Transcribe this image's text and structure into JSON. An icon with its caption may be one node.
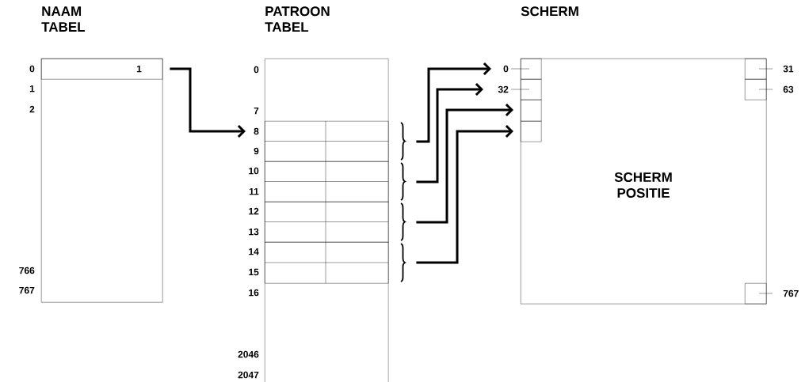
{
  "diagram": {
    "nodes": [
      {
        "text": [
          "NAAM TABEL"
        ]
      },
      {
        "text": [
          "1"
        ],
        "in": 0,
        "beside": [
          "0"
        ]
      },
      {
        "text": [
          "PATROON TABEL"
        ]
      },
      {
        "text": [],
        "shape": "box",
        "in": 2
      },
      {
        "text": [],
        "shape": "box",
        "in": 2
      },
      {
        "text": [],
        "shape": "box",
        "in": 2
      },
      {
        "text": [],
        "shape": "box",
        "in": 2
      },
      {
        "text": [
          "SCHERM",
          "SCHERM POSITIE"
        ]
      },
      {
        "text": [],
        "shape": "box",
        "in": 7,
        "beside": [
          "0"
        ]
      },
      {
        "text": [],
        "shape": "box",
        "in": 7,
        "beside": [
          "32"
        ]
      },
      {
        "text": [],
        "shape": "box",
        "in": 7
      },
      {
        "text": [],
        "shape": "box",
        "in": 7
      },
      {
        "text": [],
        "shape": "box",
        "in": 7,
        "beside": [
          "31"
        ]
      },
      {
        "text": [],
        "shape": "box",
        "in": 7,
        "beside": [
          "63"
        ]
      },
      {
        "text": [],
        "shape": "box",
        "in": 7,
        "beside": [
          "767"
        ]
      }
    ],
    "edges": [
      {
        "from": 1,
        "to": 3,
        "arrow": "to"
      },
      {
        "from": 3,
        "to": 8,
        "arrow": "to"
      },
      {
        "from": 4,
        "to": 9,
        "arrow": "to"
      },
      {
        "from": 5,
        "to": 10,
        "arrow": "to"
      },
      {
        "from": 6,
        "to": 11,
        "arrow": "to"
      }
    ],
    "labels": [
      "1",
      "2",
      "766",
      "767",
      "0",
      "7",
      "8",
      "9",
      "10",
      "11",
      "12",
      "13",
      "14",
      "15",
      "16",
      "2046",
      "2047"
    ]
  }
}
